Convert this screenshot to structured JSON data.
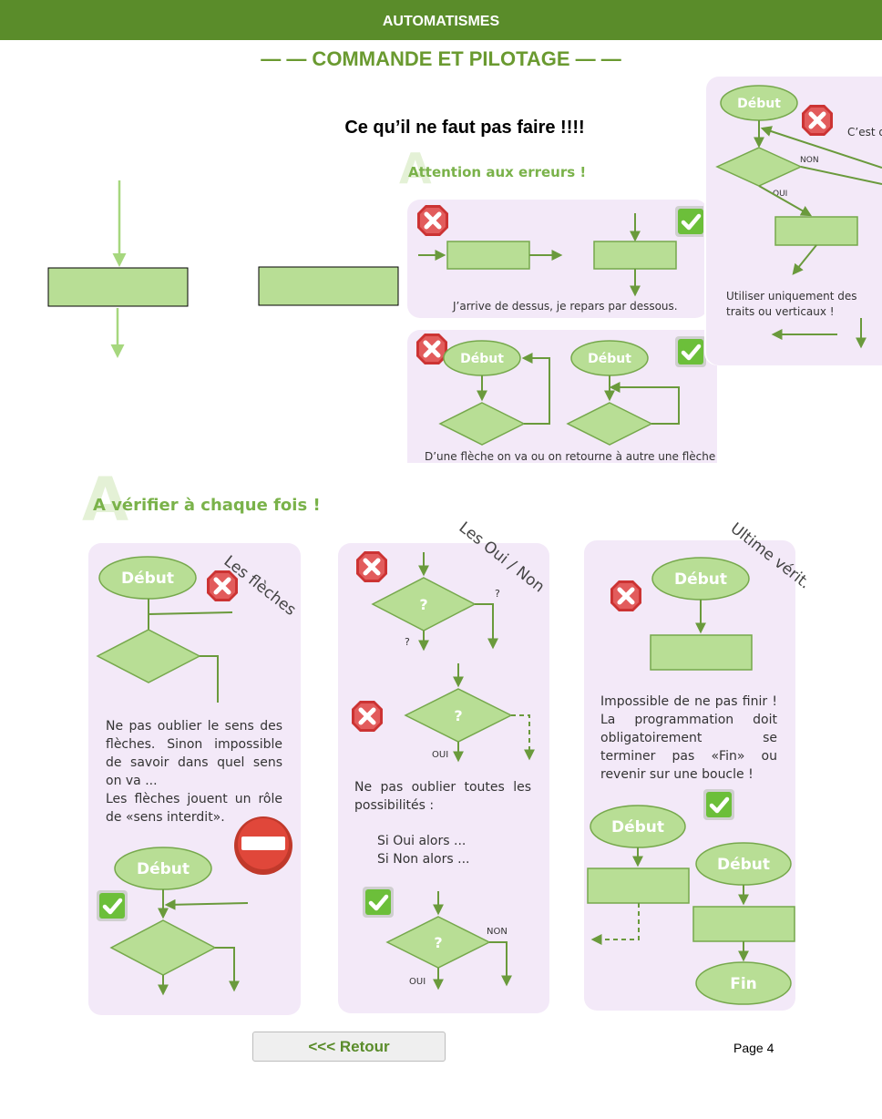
{
  "header": {
    "title": "AUTOMATISMES"
  },
  "subtitle": "— — COMMANDE ET PILOTAGE — —",
  "warning_title": "Ce qu’il ne faut pas faire !!!!",
  "errors_section": {
    "title": "Attention aux erreurs !",
    "card1_caption": "J’arrive de dessus, je repars par dessous.",
    "card2_caption": "D’une flèche on va ou on retourne à autre une flèche",
    "card2_start": "Début",
    "card3_start": "Début",
    "card3_fragment": "C’est q",
    "card3_non": "NON",
    "card3_oui": "OUI",
    "card3_caption": "Utiliser uniquement des traits ou verticaux !"
  },
  "verify_section": {
    "title": "A vérifier à chaque fois !",
    "col1": {
      "heading": "Les flèches",
      "start": "Début",
      "text": "Ne pas oublier le sens des flèches. Sinon impossible de savoir dans quel sens on va ...\nLes flèches jouent un rôle de «sens interdit».",
      "start2": "Début"
    },
    "col2": {
      "heading": "Les Oui / Non",
      "q": "?",
      "oui": "OUI",
      "non": "NON",
      "text": "Ne pas oublier toutes les possibilités :",
      "line1": "Si Oui alors ...",
      "line2": "Si Non alors ..."
    },
    "col3": {
      "heading": "Ultime vérit.",
      "start": "Début",
      "text": "Impossible de ne pas finir ! La programmation doit obligatoirement se terminer pas «Fin» ou revenir sur une boucle !",
      "start2": "Début",
      "start3": "Début",
      "end": "Fin"
    }
  },
  "footer": {
    "back_button": "<<< Retour",
    "page": "Page 4"
  },
  "colors": {
    "green": "#5a8c2a",
    "shape_fill": "#b8de95",
    "shape_stroke": "#76a84c",
    "panel": "#f3e9f8"
  }
}
